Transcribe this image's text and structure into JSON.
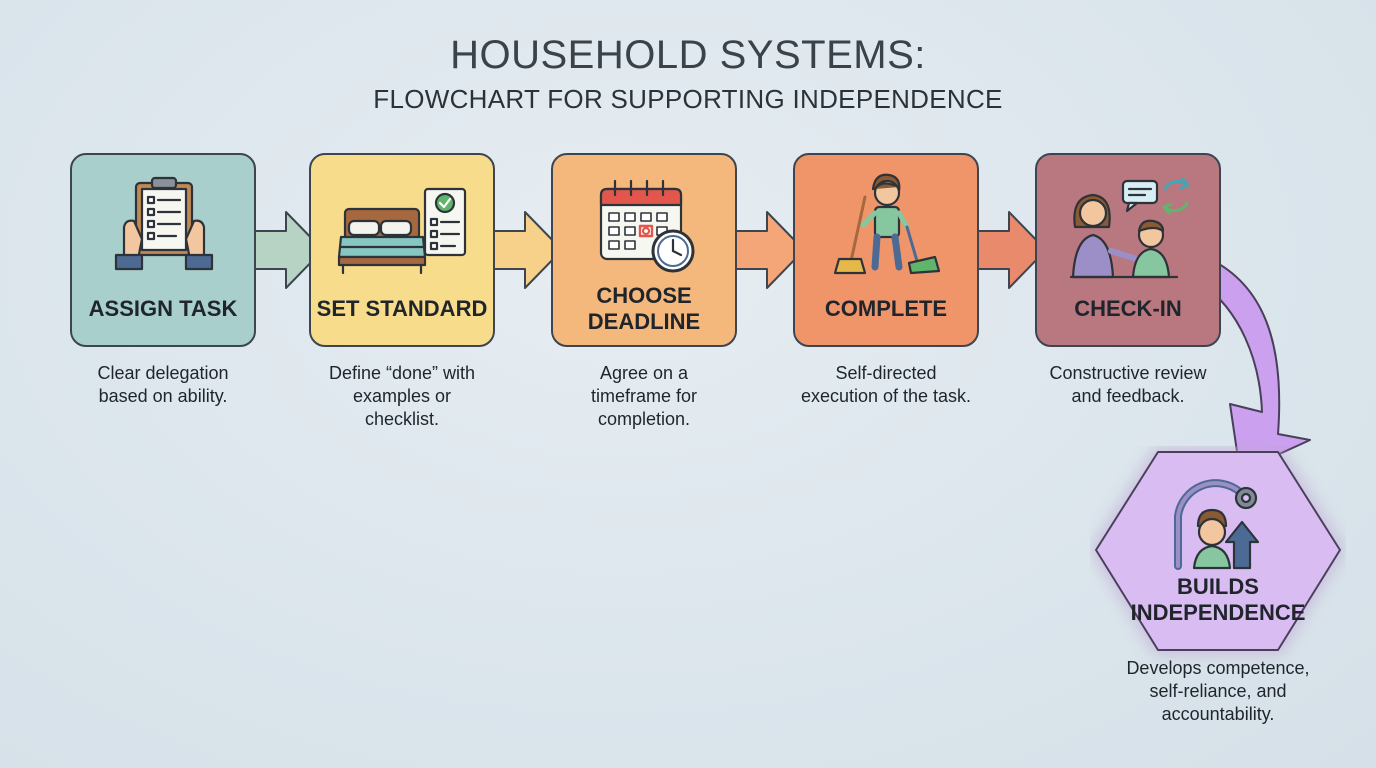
{
  "header": {
    "title": "HOUSEHOLD SYSTEMS:",
    "subtitle": "FLOWCHART FOR SUPPORTING INDEPENDENCE"
  },
  "steps": [
    {
      "label": "ASSIGN TASK",
      "description": "Clear delegation\nbased on ability.",
      "icon": "clipboard-checklist-icon",
      "color": "#a8cfcc"
    },
    {
      "label": "SET STANDARD",
      "description": "Define “done” with\nexamples or\nchecklist.",
      "icon": "bed-checklist-icon",
      "color": "#f7dc8c"
    },
    {
      "label": "CHOOSE\nDEADLINE",
      "description": "Agree on a\ntimeframe for\ncompletion.",
      "icon": "calendar-clock-icon",
      "color": "#f5b87c"
    },
    {
      "label": "COMPLETE",
      "description": "Self-directed\nexecution of the task.",
      "icon": "child-sweeping-icon",
      "color": "#f0956a"
    },
    {
      "label": "CHECK-IN",
      "description": "Constructive review\nand feedback.",
      "icon": "parent-child-feedback-icon",
      "color": "#b9777f"
    }
  ],
  "outcome": {
    "label": "BUILDS\nINDEPENDENCE",
    "description": "Develops competence,\nself-reliance, and\naccountability.",
    "icon": "child-growth-icon",
    "color": "#d7b8f0"
  }
}
